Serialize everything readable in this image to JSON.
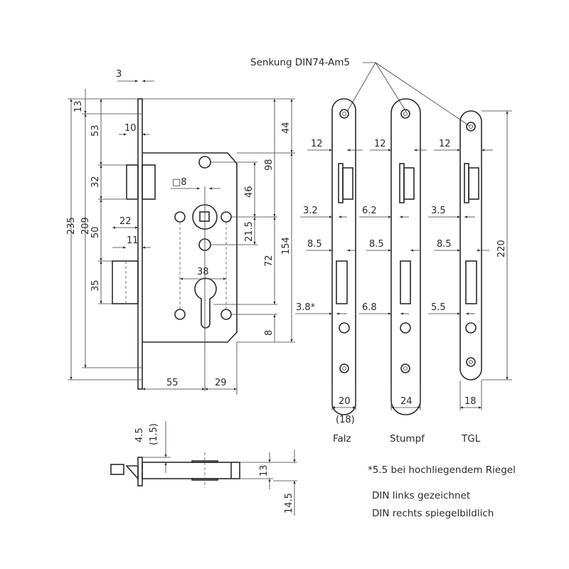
{
  "title": "Einsteckschloss Maßzeichnung",
  "main_view": {
    "dims": {
      "faceplate_thickness": "3",
      "top_to_latch": "13",
      "to_latch_bottom": "53",
      "latch_projection": "10",
      "latch_height": "32",
      "latch_to_bolt": "50",
      "bolt_projection": "22",
      "bolt_center": "11",
      "bolt_height": "35",
      "total_height": "235",
      "faceplate_height": "209",
      "square": "8",
      "square_symbol": "□",
      "top_offset": "44",
      "follower_from_top": "98",
      "hole_span": "46",
      "lower_hole": "21.5",
      "follower_to_cylinder": "72",
      "case_height": "154",
      "cylinder_to_bottom": "8",
      "hole_spacing": "38",
      "backset": "55",
      "cylinder_to_back": "29"
    }
  },
  "strike_plates": {
    "countersink_label": "Senkung DIN74-Am5",
    "plates": [
      {
        "name": "Falz",
        "width": "20",
        "width_alt": "(18)",
        "top_dim": "12",
        "latch_offset": "3.2",
        "bolt_dim": "8.5",
        "bolt_offset": "3.8*"
      },
      {
        "name": "Stumpf",
        "width": "24",
        "width_alt": "",
        "top_dim": "12",
        "latch_offset": "6.2",
        "bolt_dim": "8.5",
        "bolt_offset": "6.8"
      },
      {
        "name": "TGL",
        "width": "18",
        "width_alt": "",
        "top_dim": "12",
        "latch_offset": "3.5",
        "bolt_dim": "8.5",
        "bolt_offset": "5.5"
      }
    ],
    "tgl_height": "220"
  },
  "side_view": {
    "dims": {
      "bolt_offset": "4.5",
      "bolt_offset_alt": "(1.5)",
      "case_thickness": "13",
      "faceplate_width": "14.5"
    }
  },
  "notes": [
    "*5.5 bei hochliegendem Riegel",
    "DIN links gezeichnet",
    "DIN rechts spiegelbildlich"
  ]
}
